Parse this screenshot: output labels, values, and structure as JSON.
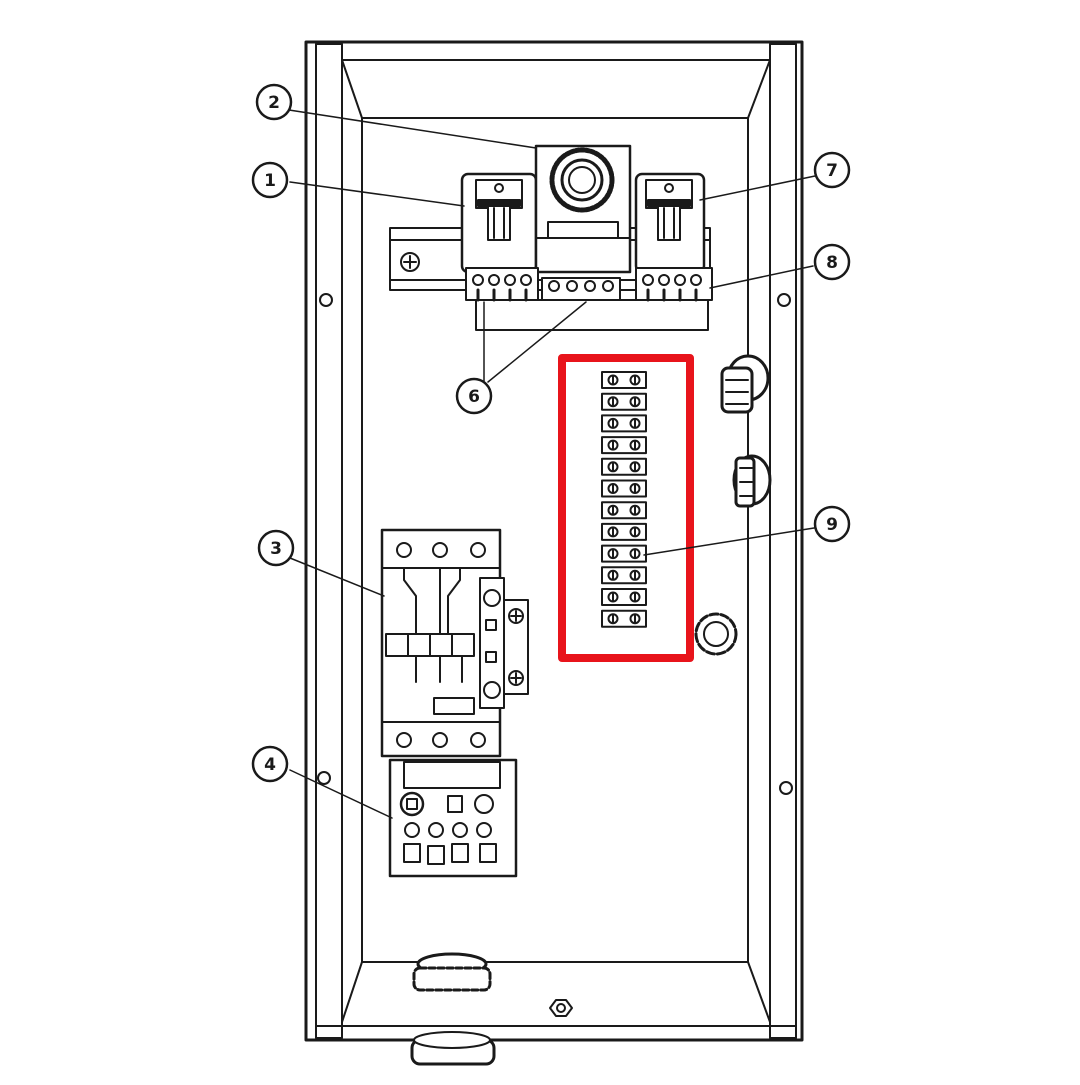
{
  "diagram": {
    "callouts": [
      {
        "label": "1",
        "part": "relay-left"
      },
      {
        "label": "2",
        "part": "rotary-timer"
      },
      {
        "label": "3",
        "part": "contactor"
      },
      {
        "label": "4",
        "part": "overload-relay"
      },
      {
        "label": "6",
        "part": "din-terminals"
      },
      {
        "label": "7",
        "part": "relay-right"
      },
      {
        "label": "8",
        "part": "relay-right-terminals"
      },
      {
        "label": "9",
        "part": "terminal-strip"
      }
    ],
    "highlight": {
      "target": "terminal-strip",
      "color": "#e8141b"
    },
    "terminal_strip_positions": 12,
    "colors": {
      "line": "#1a1a1a",
      "background": "#ffffff"
    }
  }
}
